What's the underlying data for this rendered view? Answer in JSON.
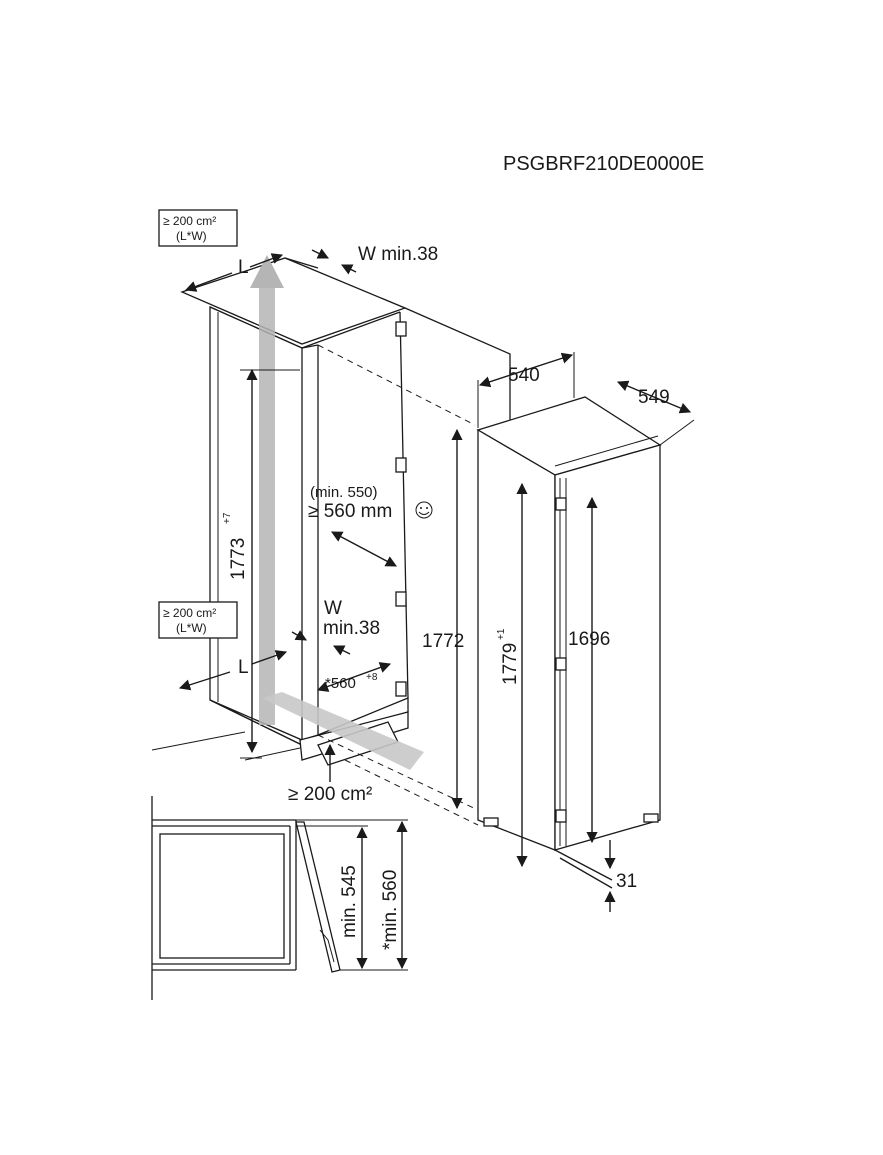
{
  "model_code": "PSGBRF210DE0000E",
  "colors": {
    "line": "#1a1a1a",
    "airflow": "#b5b5b5",
    "background": "#ffffff"
  },
  "vent_top": {
    "line1": "≥ 200 cm²",
    "line2": "(L*W)",
    "length": "L",
    "gap": "W min.38"
  },
  "vent_mid": {
    "line1": "≥ 200 cm²",
    "line2": "(L*W)",
    "length": "L",
    "gap_w": "W",
    "gap_min": "min.38"
  },
  "vent_bottom": "≥ 200 cm²",
  "niche": {
    "height_main": "1773",
    "height_tol": "+7",
    "depth_min": "(min. 550)",
    "depth_rec": "≥ 560 mm",
    "depth_icon": "smiley-icon",
    "width_main": "*560",
    "width_tol": "+8"
  },
  "appliance": {
    "width": "540",
    "depth": "549",
    "height": "1772",
    "door_height_main": "1779",
    "door_height_tol": "+1",
    "inner_height": "1696",
    "plinth_gap": "31"
  },
  "side_section": {
    "min_depth": "min. 545",
    "max_depth": "*min. 560"
  }
}
